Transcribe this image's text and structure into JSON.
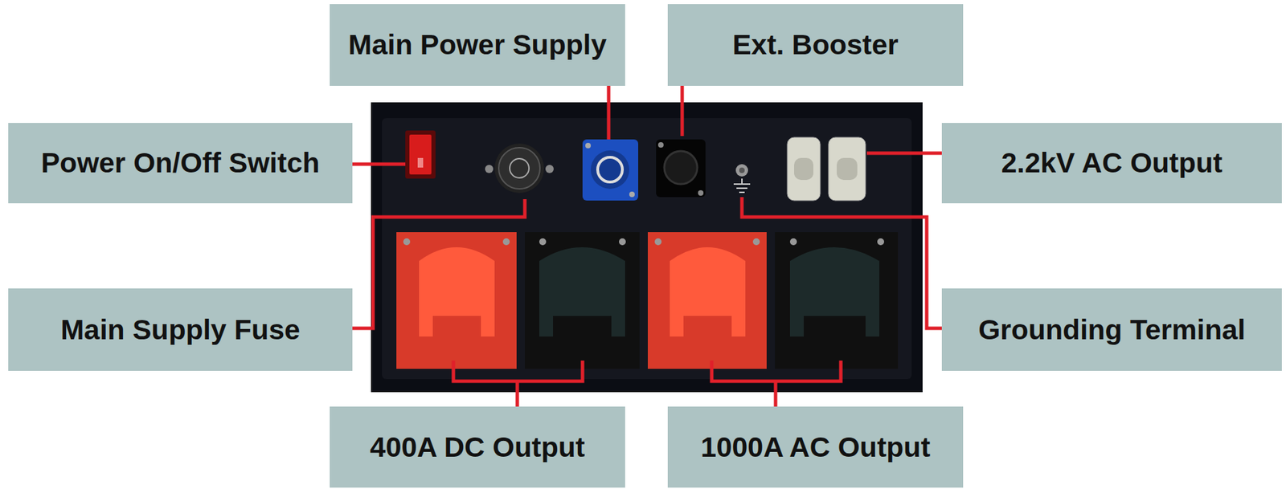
{
  "diagram": {
    "nodes": [
      {
        "text": [
          "Main Power Supply"
        ]
      },
      {
        "text": [
          "Ext. Booster"
        ]
      },
      {
        "text": [
          "Power On/Off Switch"
        ]
      },
      {
        "text": [
          "2.2kV AC Output"
        ]
      },
      {
        "text": [
          "Main Supply Fuse"
        ]
      },
      {
        "text": [
          "Grounding Terminal"
        ]
      },
      {
        "text": [
          "400A DC Output"
        ]
      },
      {
        "text": [
          "1000A AC Output"
        ]
      }
    ]
  }
}
